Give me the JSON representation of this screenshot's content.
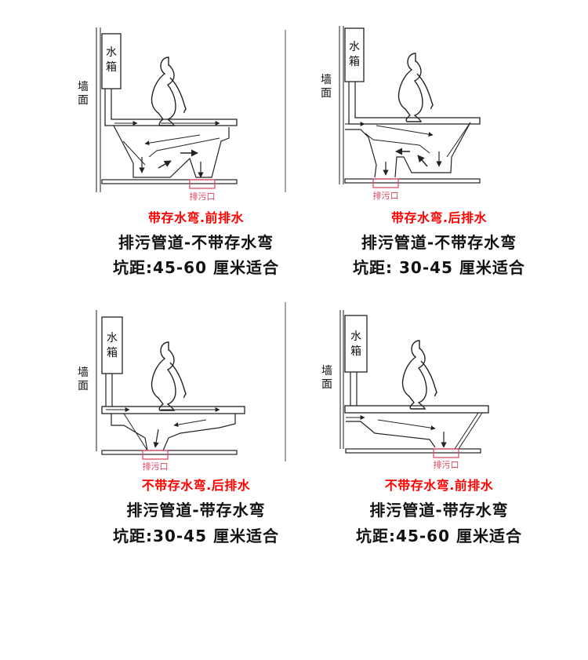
{
  "labels": {
    "tank": [
      "水",
      "箱"
    ],
    "wall": [
      "墙",
      "面"
    ],
    "outlet": "排污口"
  },
  "colors": {
    "line": "#222222",
    "outlet": "#e0405a",
    "red_caption": "#ff0000",
    "black_caption": "#111111",
    "divider": "#888888"
  },
  "panels": [
    {
      "id": "top-left",
      "title": "带存水弯.前排水",
      "line1": "排污管道-不带存水弯",
      "line2": "坑距:45-60 厘米适合"
    },
    {
      "id": "top-right",
      "title": "带存水弯.后排水",
      "line1": "排污管道-不带存水弯",
      "line2": "坑距: 30-45 厘米适合"
    },
    {
      "id": "bottom-left",
      "title": "不带存水弯.后排水",
      "line1": "排污管道-带存水弯",
      "line2": "坑距:30-45 厘米适合"
    },
    {
      "id": "bottom-right",
      "title": "不带存水弯.前排水",
      "line1": "排污管道-带存水弯",
      "line2": "坑距:45-60 厘米适合"
    }
  ]
}
